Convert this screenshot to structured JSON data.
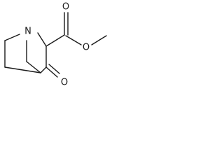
{
  "structure": {
    "atoms": {
      "n1": "N",
      "o_ester": "O",
      "o_carbonyl_ester": "O",
      "o_ketone": "O"
    }
  }
}
